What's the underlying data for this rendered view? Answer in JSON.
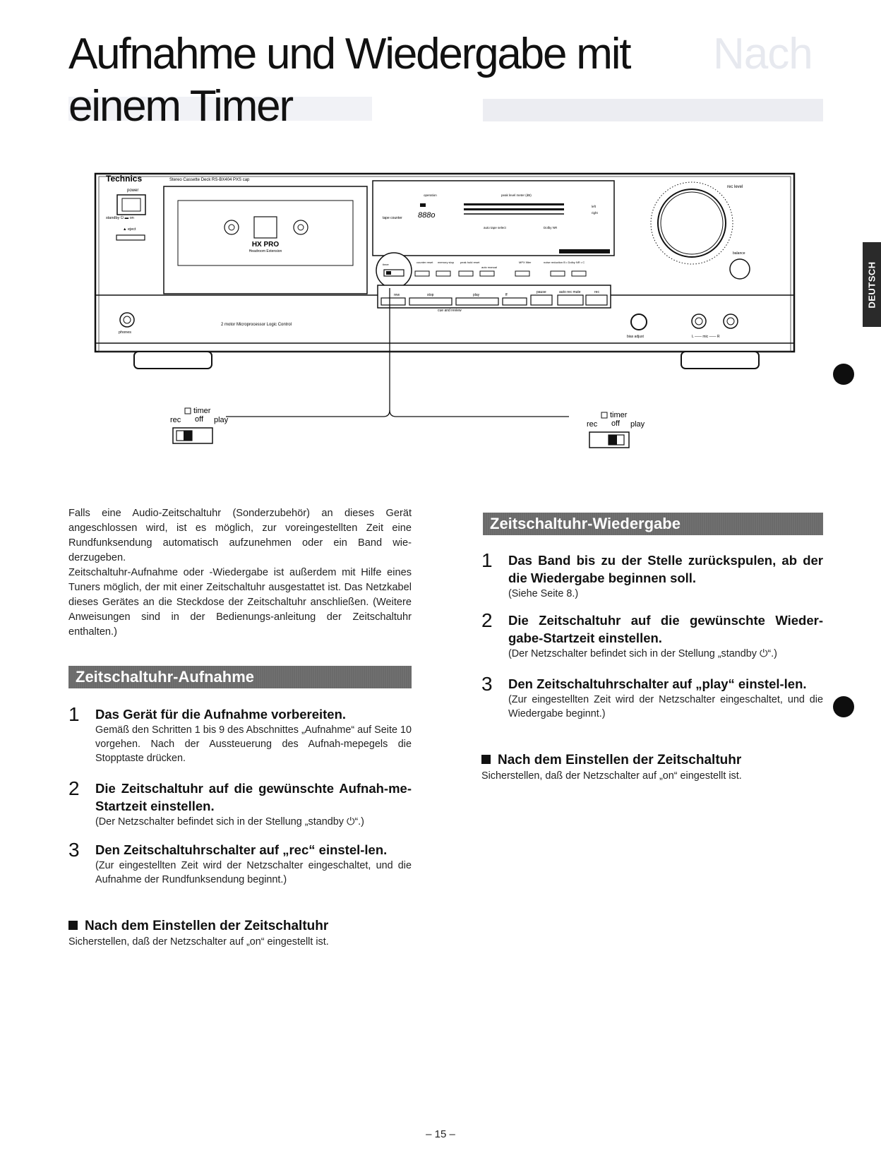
{
  "page": {
    "title_line1": "Aufnahme und Wiedergabe mit",
    "title_line2": "einem Timer",
    "language_tab": "DEUTSCH",
    "page_number": "– 15 –"
  },
  "device": {
    "brand": "Technics",
    "model": "Stereo Cassette Deck  RS-BX404  PXS cap",
    "power_label": "power",
    "standby_label": "standby ⏻ ▬ on",
    "eject_label": "▲ eject",
    "hx_pro": "HX PRO",
    "hx_sub": "Headroom Extension",
    "phones_label": "phones",
    "logic_label": "2 motor Microprocessor Logic Control",
    "operation_label": "operation",
    "peak_label": "peak level meter (dB)",
    "tape_counter_label": "tape counter",
    "counter_display": "888o",
    "left_label": "left",
    "right_label": "right",
    "auto_tape_select": "auto tape select",
    "dolby_nr": "Dolby NR",
    "rec_level": "rec level",
    "balance": "balance",
    "bias_adjust": "bias adjust",
    "mic_label": "L —— mic —— R",
    "cue_review": "cue and review",
    "btn_rew": "rew",
    "btn_stop": "stop",
    "btn_play": "play",
    "btn_ff": "ff",
    "btn_pause": "pause",
    "btn_auto_rec_mute": "auto rec mute",
    "btn_rec": "rec",
    "small_counter_reset": "counter reset",
    "small_memory": "memory stop",
    "small_peak_hold": "peak hold reset",
    "small_auto_manual": "auto manual",
    "small_mpx": "MPX filter",
    "small_noise": "noise reduction B • Dolby NR • C"
  },
  "timer_switch": {
    "label_timer": "timer",
    "label_rec": "rec",
    "label_off": "off",
    "label_play": "play"
  },
  "intro": {
    "para1": "Falls eine Audio-Zeitschaltuhr (Sonderzubehör) an dieses Gerät angeschlossen wird, ist es möglich, zur voreingestellten Zeit eine Rundfunksendung automatisch aufzunehmen oder ein Band wie-derzugeben.",
    "para2": "Zeitschaltuhr-Aufnahme oder -Wiedergabe ist außerdem mit Hilfe eines Tuners möglich, der mit einer Zeitschaltuhr ausgestattet ist. Das Netzkabel dieses Gerätes an die Steckdose der Zeitschaltuhr anschließen. (Weitere Anweisungen sind in der Bedienungs-anleitung der Zeitschaltuhr enthalten.)"
  },
  "recording": {
    "heading": "Zeitschaltuhr-Aufnahme",
    "steps": [
      {
        "num": "1",
        "title": "Das Gerät für die Aufnahme vorbereiten.",
        "body": "Gemäß den Schritten 1 bis 9 des Abschnittes „Aufnahme“ auf Seite 10 vorgehen. Nach der Aussteuerung des Aufnah-mepegels die Stopptaste drücken."
      },
      {
        "num": "2",
        "title": "Die Zeitschaltuhr auf die gewünschte Aufnah-me-Startzeit einstellen.",
        "body": "(Der Netzschalter befindet sich in der Stellung „standby ⏻“.)"
      },
      {
        "num": "3",
        "title": "Den Zeitschaltuhrschalter auf „rec“ einstel-len.",
        "body": "(Zur eingestellten Zeit wird der Netzschalter eingeschaltet, und die Aufnahme der Rundfunksendung beginnt.)"
      }
    ],
    "note_title": "Nach dem Einstellen der Zeitschaltuhr",
    "note_body": "Sicherstellen, daß der Netzschalter auf „on“ eingestellt ist."
  },
  "playback": {
    "heading": "Zeitschaltuhr-Wiedergabe",
    "steps": [
      {
        "num": "1",
        "title": "Das Band bis zu der Stelle zurückspulen, ab der die Wiedergabe beginnen soll.",
        "body": "(Siehe Seite 8.)"
      },
      {
        "num": "2",
        "title": "Die Zeitschaltuhr auf die gewünschte Wieder-gabe-Startzeit einstellen.",
        "body": "(Der Netzschalter befindet sich in der Stellung „standby ⏻“.)"
      },
      {
        "num": "3",
        "title": "Den Zeitschaltuhrschalter auf „play“ einstel-len.",
        "body": "(Zur eingestellten Zeit wird der Netzschalter eingeschaltet, und die Wiedergabe beginnt.)"
      }
    ],
    "note_title": "Nach dem Einstellen der Zeitschaltuhr",
    "note_body": "Sicherstellen, daß der Netzschalter auf „on“ eingestellt ist."
  }
}
